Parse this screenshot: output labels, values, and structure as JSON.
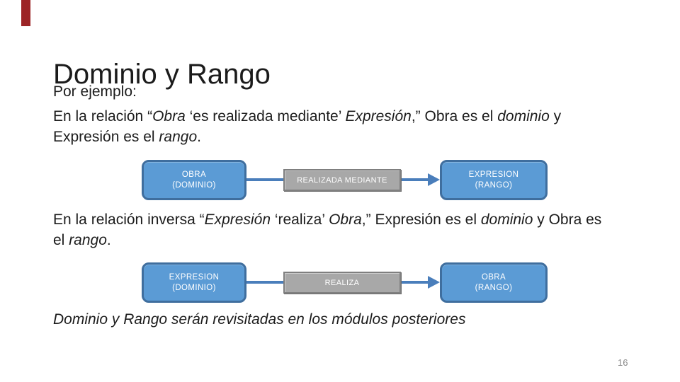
{
  "slide": {
    "title": "Dominio y Rango",
    "intro": "Por ejemplo:",
    "page_number": "16"
  },
  "paragraph1": {
    "segments": [
      {
        "text": "En la relación “"
      },
      {
        "text": "Obra",
        "italic": true
      },
      {
        "text": " ‘es realizada mediante’ "
      },
      {
        "text": "Expresión",
        "italic": true
      },
      {
        "text": ",” Obra es el "
      },
      {
        "text": "dominio",
        "italic": true
      },
      {
        "text": " y"
      },
      {
        "break": true
      },
      {
        "text": "Expresión es el "
      },
      {
        "text": "rango",
        "italic": true
      },
      {
        "text": "."
      }
    ]
  },
  "paragraph2": {
    "segments": [
      {
        "text": "En la relación inversa “"
      },
      {
        "text": "Expresión",
        "italic": true
      },
      {
        "text": " ‘realiza’ "
      },
      {
        "text": "Obra",
        "italic": true
      },
      {
        "text": ",” Expresión es el "
      },
      {
        "text": "dominio",
        "italic": true
      },
      {
        "text": " y Obra es"
      },
      {
        "break": true
      },
      {
        "text": "el "
      },
      {
        "text": "rango",
        "italic": true
      },
      {
        "text": "."
      }
    ]
  },
  "footer_note": {
    "segments": [
      {
        "text": "Dominio y Rango serán revisitadas en los módulos posteriores",
        "italic": true
      }
    ]
  },
  "diagram1": {
    "source_line1": "OBRA",
    "source_line2": "(DOMINIO)",
    "relation": "REALIZADA MEDIANTE",
    "target_line1": "EXPRESION",
    "target_line2": "(RANGO)"
  },
  "diagram2": {
    "source_line1": "EXPRESION",
    "source_line2": "(DOMINIO)",
    "relation": "REALIZA",
    "target_line1": "OBRA",
    "target_line2": "(RANGO)"
  },
  "colors": {
    "accent_bar": "#9c2426",
    "box_blue_fill": "#5b9bd5",
    "box_blue_border": "#3f6e9e",
    "box_gray_fill": "#a8a8a8",
    "box_gray_border": "#7f7f7f",
    "arrow": "#4a7ebb",
    "text": "#1c1c1c",
    "page_number": "#898989"
  }
}
